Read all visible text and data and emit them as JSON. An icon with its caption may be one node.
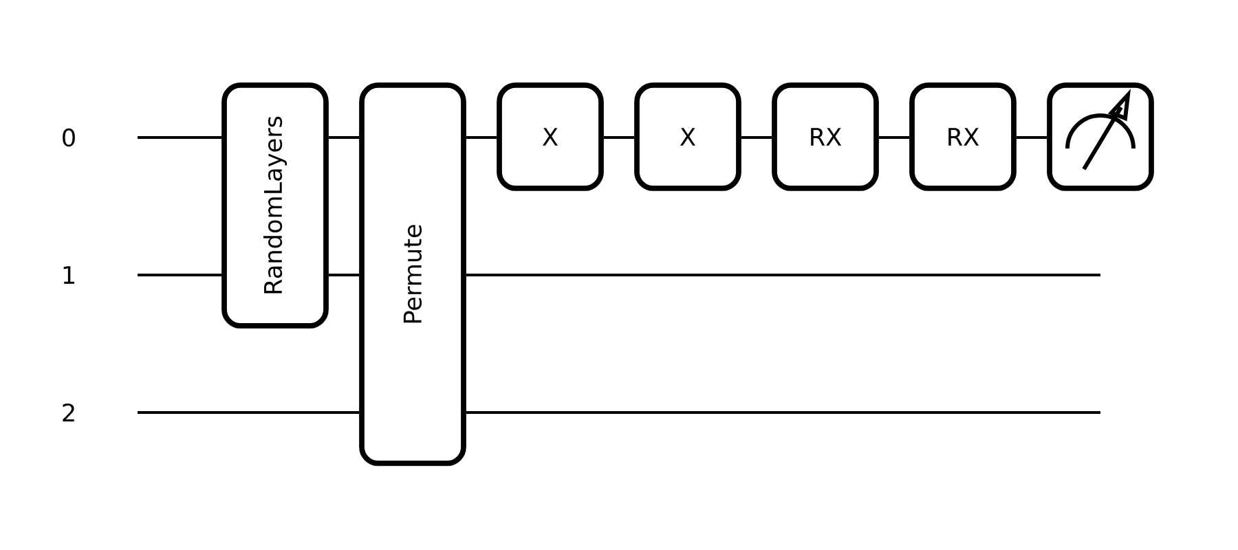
{
  "diagram": {
    "nodes": [
      {
        "text": [
          "RandomLayers"
        ]
      },
      {
        "text": [
          "Permute"
        ]
      },
      {
        "text": [
          "X"
        ]
      },
      {
        "text": [
          "X"
        ]
      },
      {
        "text": [
          "RX"
        ]
      },
      {
        "text": [
          "RX"
        ]
      },
      {
        "text": [],
        "shape": "box"
      }
    ],
    "edges": [
      {
        "from": null,
        "to": 0,
        "arrow": "none"
      },
      {
        "from": null,
        "to": 0,
        "arrow": "none"
      },
      {
        "from": 0,
        "to": 1,
        "arrow": "none"
      },
      {
        "from": 0,
        "to": 1,
        "arrow": "none"
      },
      {
        "from": null,
        "to": 1,
        "arrow": "none"
      },
      {
        "from": 1,
        "to": 2,
        "arrow": "none"
      },
      {
        "from": 2,
        "to": 3,
        "arrow": "none"
      },
      {
        "from": 3,
        "to": 4,
        "arrow": "none"
      },
      {
        "from": 4,
        "to": 5,
        "arrow": "none"
      },
      {
        "from": 5,
        "to": 6,
        "arrow": "none"
      },
      {
        "from": 1,
        "to": null,
        "arrow": "none"
      },
      {
        "from": 1,
        "to": null,
        "arrow": "none"
      }
    ],
    "labels": [
      "0",
      "1",
      "2"
    ]
  }
}
